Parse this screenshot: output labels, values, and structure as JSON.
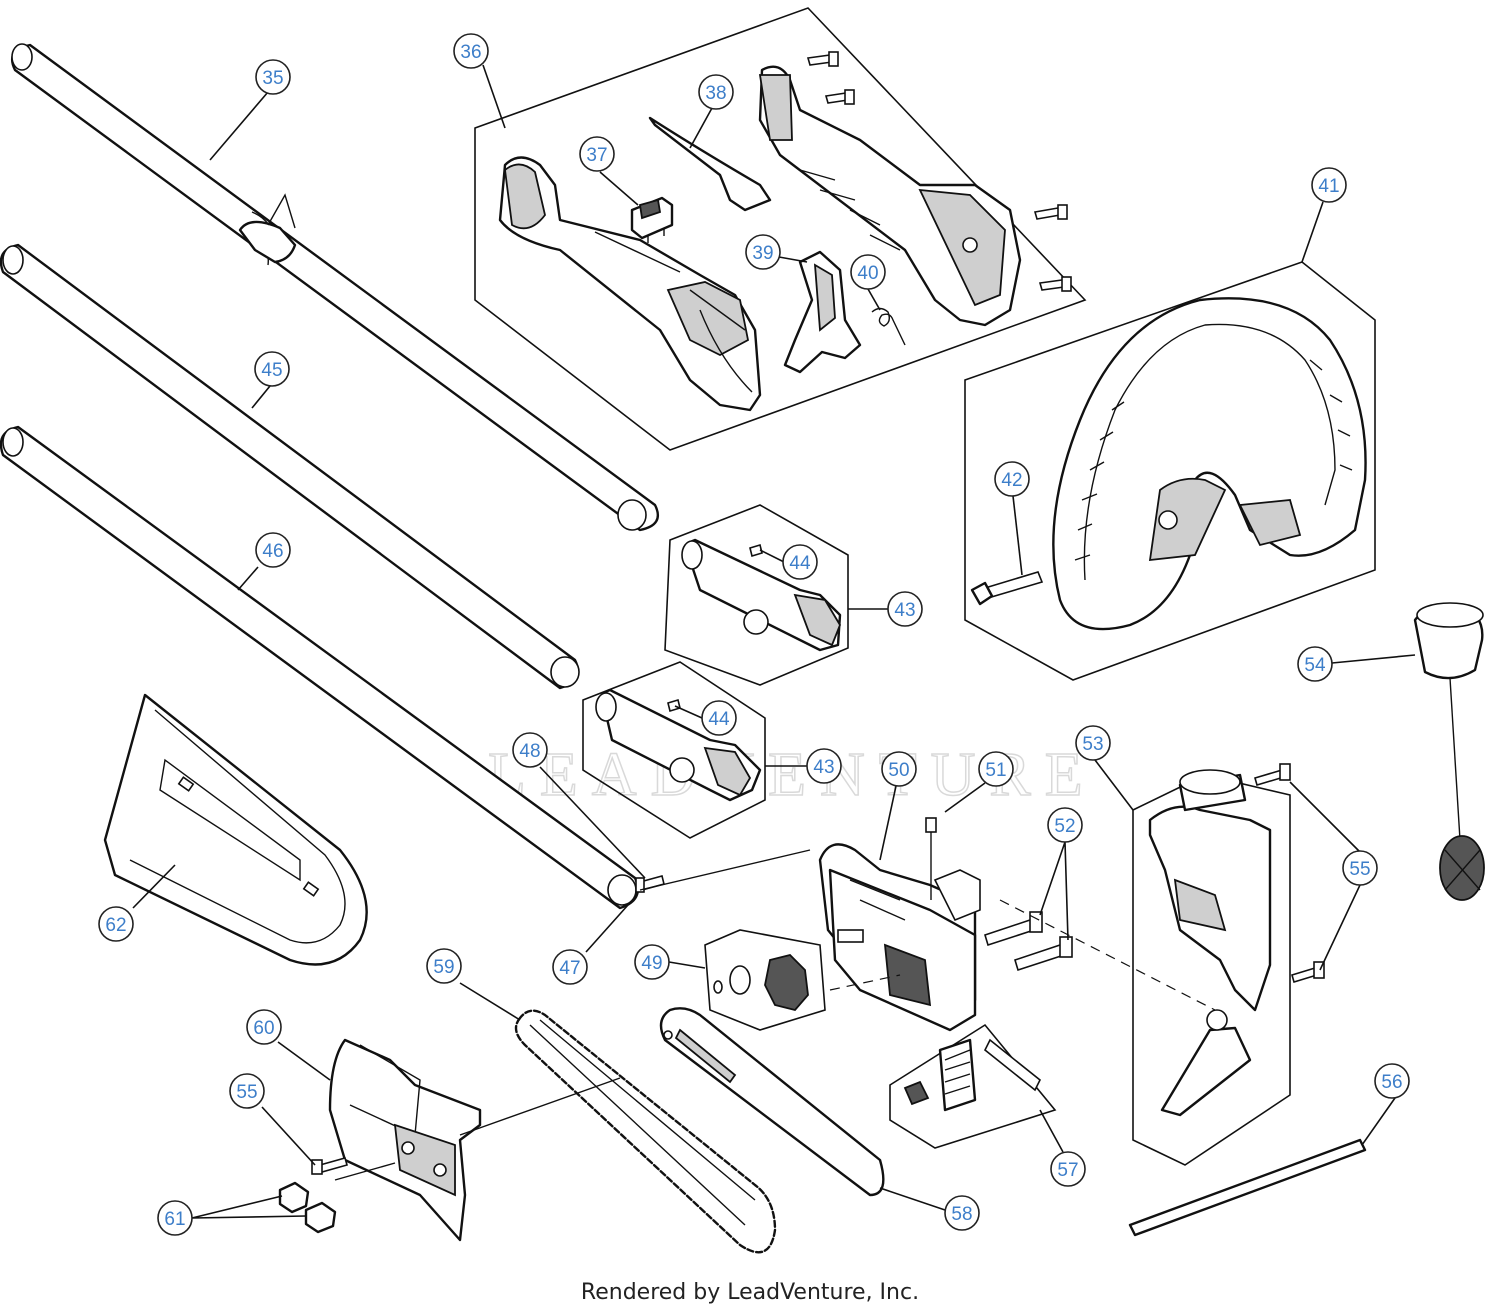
{
  "colors": {
    "callout_text": "#3d7ec9",
    "line": "#111111",
    "background": "#ffffff"
  },
  "watermark": "LEADVENTURE",
  "footer": "Rendered by LeadVenture, Inc.",
  "callouts": [
    {
      "id": "c35",
      "label": "35"
    },
    {
      "id": "c36",
      "label": "36"
    },
    {
      "id": "c37",
      "label": "37"
    },
    {
      "id": "c38",
      "label": "38"
    },
    {
      "id": "c39",
      "label": "39"
    },
    {
      "id": "c40",
      "label": "40"
    },
    {
      "id": "c41",
      "label": "41"
    },
    {
      "id": "c42",
      "label": "42"
    },
    {
      "id": "c43a",
      "label": "43"
    },
    {
      "id": "c43b",
      "label": "43"
    },
    {
      "id": "c44a",
      "label": "44"
    },
    {
      "id": "c44b",
      "label": "44"
    },
    {
      "id": "c45",
      "label": "45"
    },
    {
      "id": "c46",
      "label": "46"
    },
    {
      "id": "c47",
      "label": "47"
    },
    {
      "id": "c48",
      "label": "48"
    },
    {
      "id": "c49",
      "label": "49"
    },
    {
      "id": "c50",
      "label": "50"
    },
    {
      "id": "c51",
      "label": "51"
    },
    {
      "id": "c52",
      "label": "52"
    },
    {
      "id": "c53",
      "label": "53"
    },
    {
      "id": "c54",
      "label": "54"
    },
    {
      "id": "c55a",
      "label": "55"
    },
    {
      "id": "c55b",
      "label": "55"
    },
    {
      "id": "c56",
      "label": "56"
    },
    {
      "id": "c57",
      "label": "57"
    },
    {
      "id": "c58",
      "label": "58"
    },
    {
      "id": "c59",
      "label": "59"
    },
    {
      "id": "c60",
      "label": "60"
    },
    {
      "id": "c61",
      "label": "61"
    },
    {
      "id": "c62",
      "label": "62"
    }
  ]
}
